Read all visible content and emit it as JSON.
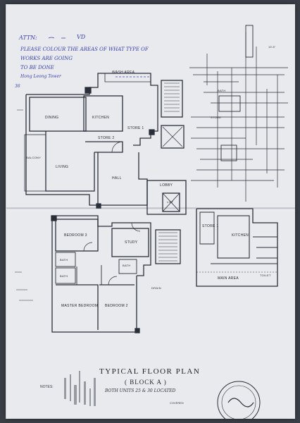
{
  "note": {
    "attn": "ATTN:",
    "initials": "VD",
    "line1": "PLEASE COLOUR THE AREAS OF WHAT TYPE OF",
    "line2": "WORKS ARE GOING",
    "line3": "TO BE DONE",
    "line4": "Hong Leong Tower",
    "line5": "36"
  },
  "rooms": {
    "wash_area_top": "WASH AREA",
    "dining": "DINING",
    "kitchen_top": "KITCHEN",
    "store2": "STORE 2",
    "store1_top": "STORE 1",
    "balcony": "BALCONY",
    "living": "LIVING",
    "hall": "HALL",
    "lobby": "LOBBY",
    "lift": "LIFT",
    "bedroom3": "BEDROOM 3",
    "study": "STUDY",
    "bath1": "BATH",
    "bath2": "BATH",
    "bath3": "BATH",
    "master_bedroom": "MASTER BEDROOM",
    "bedroom2": "BEDROOM 2",
    "store1_right": "STORE 1",
    "kitchen_right": "KITCHEN",
    "main_area": "MAIN AREA",
    "toilet": "TOILET",
    "bath_right": "BATH",
    "store_right": "STORE",
    "drain": "DRAIN"
  },
  "plan": {
    "title": "TYPICAL  FLOOR PLAN",
    "block": "( BLOCK A )",
    "units": "BOTH UNITS  25 & 30 LOCATED",
    "notes_label": "NOTES:",
    "covered": "COVERED",
    "dim": "13'-5\""
  }
}
